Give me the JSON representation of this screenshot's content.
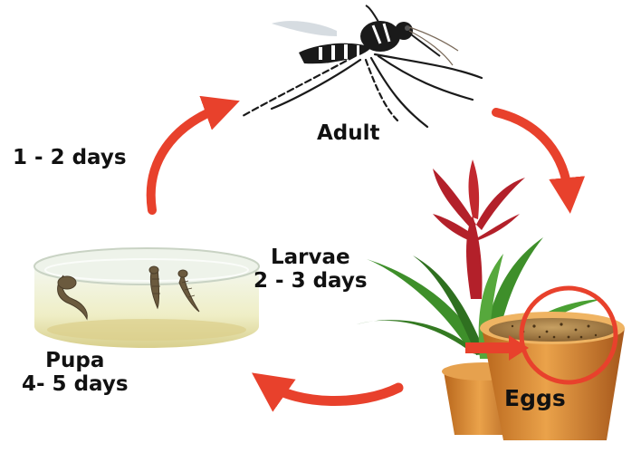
{
  "stages": {
    "adult": {
      "name": "Adult"
    },
    "eggs": {
      "name": "Eggs"
    },
    "larvae": {
      "name": "Larvae",
      "duration": "2 - 3 days"
    },
    "pupa": {
      "name": "Pupa",
      "duration": "4- 5 days"
    },
    "pupa_to_adult": {
      "duration": "1 - 2 days"
    }
  },
  "colors": {
    "arrow": "#e8412c",
    "highlight_circle": "#e8412c",
    "pot": "#d9882e",
    "leaf": "#3e8f2a",
    "bloom": "#b3202a",
    "text": "#111111"
  },
  "icons": [
    "mosquito-illustration",
    "bromeliad-plant-illustration",
    "petri-dish-illustration"
  ]
}
